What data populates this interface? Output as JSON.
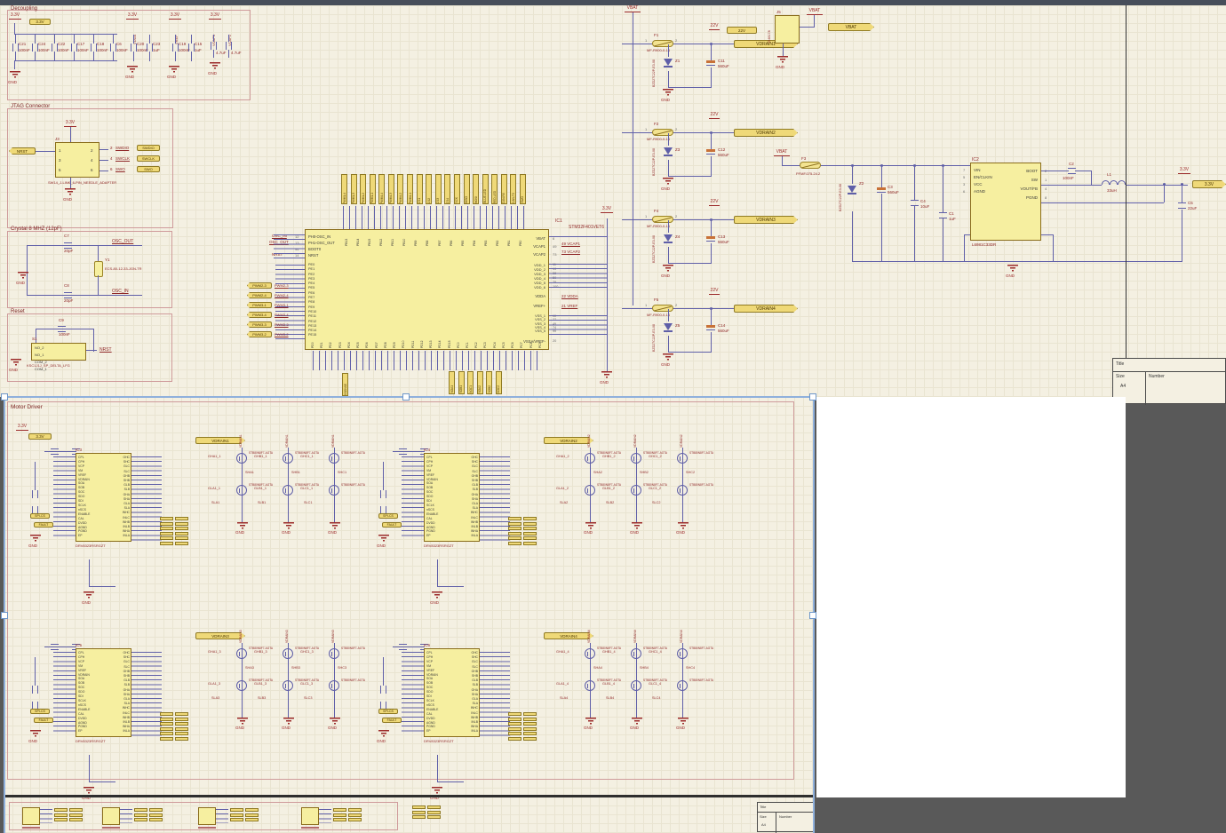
{
  "labels": {
    "gnd": "GND"
  },
  "sheet1": {
    "decoupling": {
      "title": "Decoupling",
      "rail_tag": "3.3V",
      "flags": [
        "3.3V",
        "3.3V",
        "3.3V",
        "3.3V"
      ],
      "main_caps": [
        {
          "ref": "C21",
          "val": "100nF"
        },
        {
          "ref": "C24",
          "val": "100nF"
        },
        {
          "ref": "C22",
          "val": "100nF"
        },
        {
          "ref": "C17",
          "val": "100nF"
        },
        {
          "ref": "C18",
          "val": "100nF"
        },
        {
          "ref": "C6",
          "val": "100nF"
        }
      ],
      "vdda": {
        "net": "VDDA",
        "caps": [
          {
            "ref": "C20",
            "val": "100nF"
          },
          {
            "ref": "C23",
            "val": "1uF"
          }
        ]
      },
      "vref": {
        "net": "VREF",
        "caps": [
          {
            "ref": "C19",
            "val": "100nF"
          },
          {
            "ref": "C15",
            "val": "1uF"
          }
        ]
      },
      "vcap": {
        "nets": [
          "VCAP1",
          "VCAP2"
        ],
        "caps": [
          {
            "ref": "C10",
            "val": "4.7uF"
          },
          {
            "ref": "C16",
            "val": "4.7uF"
          }
        ]
      }
    },
    "jtag": {
      "title": "JTAG Connector",
      "flag": "3.3V",
      "nrst": "NRST",
      "ref": "J3",
      "pins_left": [
        "1",
        "3",
        "5"
      ],
      "pins_right": [
        "2",
        "4",
        "6"
      ],
      "signals": [
        {
          "num": "2",
          "name": "SWDIO"
        },
        {
          "num": "4",
          "name": "SWCLK"
        },
        {
          "num": "6",
          "name": "SWO"
        }
      ],
      "part": "SW14_J-LINK_6-PIN_NEEDLE_ADAPTER"
    },
    "crystal": {
      "title": "Crystal 8 MHZ (12pF)",
      "c_top": {
        "ref": "C7",
        "val": "20pF"
      },
      "c_bot": {
        "ref": "C8",
        "val": "20pF"
      },
      "xtal_ref": "Y1",
      "xtal_part": "ECS-80-12-33-JGN-TR",
      "net_out": "OSC_OUT",
      "net_in": "OSC_IN"
    },
    "reset": {
      "title": "Reset",
      "cap": {
        "ref": "C9",
        "val": "100nF"
      },
      "sw_ref": "S1",
      "sw_part": "KSC1J1J_SP_DELTA_LFG",
      "sw_pins": [
        "NO_2",
        "NO_1",
        "COM_2",
        "COM_1"
      ],
      "net": "NRST"
    },
    "mcu": {
      "ref": "IC1",
      "part": "STM32F401VET6",
      "left_pins": [
        "PH0-OSC_IN",
        "PH1-OSC_OUT",
        "BOOT0",
        "NRST"
      ],
      "left_nums": [
        "12",
        "13",
        "94",
        "14"
      ],
      "net_osc_in": "OSC_IN",
      "net_osc_out": "OSC_OUT",
      "nrst_net": "NRST",
      "pe_pins": [
        "PE0",
        "PE1",
        "PE2",
        "PE3",
        "PE4",
        "PE5",
        "PE6",
        "PE7",
        "PE8",
        "PE9",
        "PE10",
        "PE11",
        "PE12",
        "PE13",
        "PE14",
        "PE15"
      ],
      "pwm_tags": [
        "PWM2-3",
        "PWM2-4",
        "PWM3-1",
        "PWM3-4",
        "PWM3-3",
        "PWM3-2"
      ],
      "top_tags": [
        "PWM1-4",
        "PWM1-3",
        "PWM1-2",
        "PWM1-1",
        "PWM4-4",
        "PWM4-3",
        "PWM4-2",
        "PWM4-1",
        "CS1",
        "CS2",
        "CS3",
        "CS4",
        "SCK",
        "MISO",
        "MOSI",
        "BLUE-LED",
        "RED-LED",
        "CAN-RX",
        "CAN-TX",
        "SWO"
      ],
      "top_pins": [
        "PB13",
        "PB14",
        "PB15",
        "PB12",
        "PB11",
        "PB10",
        "PB9",
        "PB8",
        "PB7",
        "PB6",
        "PB5",
        "PB4",
        "PB3",
        "PB2",
        "PB1",
        "PB0"
      ],
      "bottom_pins": [
        "PD0",
        "PD1",
        "PD2",
        "PD3",
        "PD4",
        "PD5",
        "PD6",
        "PD7",
        "PD8",
        "PD9",
        "PD10",
        "PD11",
        "PD12",
        "PD13",
        "PD14",
        "PD15",
        "PC0",
        "PC1",
        "PC2",
        "PC3",
        "PC4",
        "PC5",
        "PC6",
        "PC7",
        "PC8",
        "PC9"
      ],
      "bottom_tags": [
        "SOA1",
        "SOB1",
        "SOC1",
        "SOA2",
        "SOB2",
        "SOC2"
      ],
      "lone_tag": "VSENSE",
      "right_grp1": [
        "VBAT",
        "VCAP1",
        "VCAP2"
      ],
      "right_grp1_nums": [
        "6",
        "49",
        "73"
      ],
      "vdd_pins": [
        "VDD_1",
        "VDD_2",
        "VDD_3",
        "VDD_4",
        "VDD_5",
        "VDD_6"
      ],
      "vdd_nums": [
        "11",
        "19",
        "28",
        "50",
        "75",
        "100"
      ],
      "vdda": "VDDA",
      "vdda_num": "22",
      "vref": "VREF+",
      "vref_num": "21",
      "vss_pins": [
        "VSS_1",
        "VSS_2",
        "VSS_3",
        "VSS_4",
        "VSS_5"
      ],
      "vss_nums": [
        "10",
        "27",
        "49",
        "74",
        "99"
      ],
      "vssa": "VSSA/VREF-",
      "vssa_num": "20",
      "net_vcap1": "49 VCAP1",
      "net_vcap2": "73 VCAP2",
      "net_vdda": "22 VDDA",
      "net_vref": "21 VREF",
      "rail_flag": "3.3V"
    },
    "power": {
      "vbat_flag": "VBAT",
      "v22_flag": "22V",
      "v22_tag": "22V",
      "channels": [
        {
          "fuse": "F1",
          "fuse_part": "MF-R900-0-14",
          "pin1": "1",
          "pin2": "2",
          "zener": "Z1",
          "zener_part": "BZD27C22P-E3-08",
          "cap": "C11",
          "cap_val": "560uF",
          "out": "VDRAIN1"
        },
        {
          "fuse": "F2",
          "fuse_part": "MF-R900-0-14",
          "pin1": "1",
          "pin2": "2",
          "zener": "Z3",
          "zener_part": "BZD27C22P-E3-08",
          "cap": "C12",
          "cap_val": "560uF",
          "out": "VDRAIN2"
        },
        {
          "fuse": "F4",
          "fuse_part": "MF-R900-0-14",
          "pin1": "1",
          "pin2": "2",
          "zener": "Z4",
          "zener_part": "BZD27C22P-E3-08",
          "cap": "C13",
          "cap_val": "560uF",
          "out": "VDRAIN3"
        },
        {
          "fuse": "F5",
          "fuse_part": "MF-R900-0-14",
          "pin1": "1",
          "pin2": "2",
          "zener": "Z5",
          "zener_part": "BZD27C22P-E3-08",
          "cap": "C14",
          "cap_val": "560uF",
          "out": "VDRAIN4"
        }
      ],
      "conn": {
        "ref": "J5",
        "part": "1548178",
        "flag": "VBAT",
        "tag": "VBAT"
      },
      "reg": {
        "flag": "VBAT",
        "fuse": "F3",
        "fuse_part": "PFMF.075.24.2",
        "zener": "Z2",
        "zener_part": "BZD27C22P-E3-08",
        "c3": {
          "ref": "C3",
          "val": "560uF"
        },
        "c4": {
          "ref": "C4",
          "val": "10uF"
        },
        "c1": {
          "ref": "C1",
          "val": "1uF"
        },
        "ic_ref": "IC2",
        "ic_part": "L6981C33DR",
        "pins_left": [
          "VIN",
          "EN/CLKIN",
          "VCC",
          "AGND"
        ],
        "nums_left": [
          "7",
          "5",
          "3",
          "6"
        ],
        "pins_right": [
          "BOOT",
          "SW",
          "VOUT/FB",
          "PGND"
        ],
        "nums_right": [
          "2",
          "1",
          "4",
          "8"
        ],
        "c2": {
          "ref": "C2",
          "val": "100nF"
        },
        "l1": {
          "ref": "L1",
          "val": "33uH"
        },
        "c5": {
          "ref": "C5",
          "val": "22uF"
        },
        "out_flag": "3.3V",
        "out_tag": "3.3V"
      }
    },
    "titleblock": {
      "title": "Title",
      "size": "Size",
      "number": "Number",
      "size_val": "A4"
    }
  },
  "sheet2": {
    "title": "Motor Driver",
    "flag": "3.3V",
    "tag": "3.3V",
    "drv_part": "DRV8323RSRGZT",
    "drv_pins_left": [
      "CPL",
      "CPH",
      "VCP",
      "VM",
      "VREF",
      "VDRAIN",
      "SOA",
      "SOB",
      "SOC",
      "SDO",
      "SDI",
      "SCLK",
      "nSCS",
      "ENABLE",
      "CAL",
      "DVDD",
      "AGND",
      "PGND",
      "EP"
    ],
    "drv_pins_right": [
      "GHC",
      "SHC",
      "GLC",
      "SLC",
      "GHB",
      "SHB",
      "GLB",
      "SLB",
      "GHA",
      "SHA",
      "GLA",
      "SLA",
      "INHC",
      "INLC",
      "INHB",
      "INLB",
      "INHA",
      "INLA"
    ],
    "fet_part": "STB80N8F7-AGTA",
    "spi_tags": [
      "SPI-CS",
      "FAULT"
    ],
    "blocks": [
      {
        "ic": "IC3",
        "vdrain": "VDRAIN1",
        "phases": [
          {
            "gh": "GHA1_1",
            "sh": "SHA1",
            "gl": "GLA1_1",
            "sl": "SLA1"
          },
          {
            "gh": "GHB1_1",
            "sh": "SHB1",
            "gl": "GLB1_1",
            "sl": "SLB1"
          },
          {
            "gh": "GHC1_1",
            "sh": "SHC1",
            "gl": "GLC1_1",
            "sl": "SLC1"
          }
        ]
      },
      {
        "ic": "IC4",
        "vdrain": "VDRAIN2",
        "phases": [
          {
            "gh": "GHA1_2",
            "sh": "SHA2",
            "gl": "GLA1_2",
            "sl": "SLA2"
          },
          {
            "gh": "GHB1_2",
            "sh": "SHB2",
            "gl": "GLB1_2",
            "sl": "SLB2"
          },
          {
            "gh": "GHC1_2",
            "sh": "SHC2",
            "gl": "GLC1_2",
            "sl": "SLC2"
          }
        ]
      },
      {
        "ic": "IC5",
        "vdrain": "VDRAIN3",
        "phases": [
          {
            "gh": "GHA1_3",
            "sh": "SHA3",
            "gl": "GLA1_3",
            "sl": "SLA3"
          },
          {
            "gh": "GHB1_3",
            "sh": "SHB3",
            "gl": "GLB1_3",
            "sl": "SLB3"
          },
          {
            "gh": "GHC1_3",
            "sh": "SHC3",
            "gl": "GLC1_3",
            "sl": "SLC3"
          }
        ]
      },
      {
        "ic": "IC6",
        "vdrain": "VDRAIN4",
        "phases": [
          {
            "gh": "GHA1_4",
            "sh": "SHA4",
            "gl": "GLA1_4",
            "sl": "SLA4"
          },
          {
            "gh": "GHB1_4",
            "sh": "SHB4",
            "gl": "GLB1_4",
            "sl": "SLB4"
          },
          {
            "gh": "GHC1_4",
            "sh": "SHC4",
            "gl": "GLC1_4",
            "sl": "SLC4"
          }
        ]
      }
    ],
    "titleblock": {
      "title": "Title",
      "size": "Size",
      "number": "Number",
      "size_val": "A4"
    }
  }
}
